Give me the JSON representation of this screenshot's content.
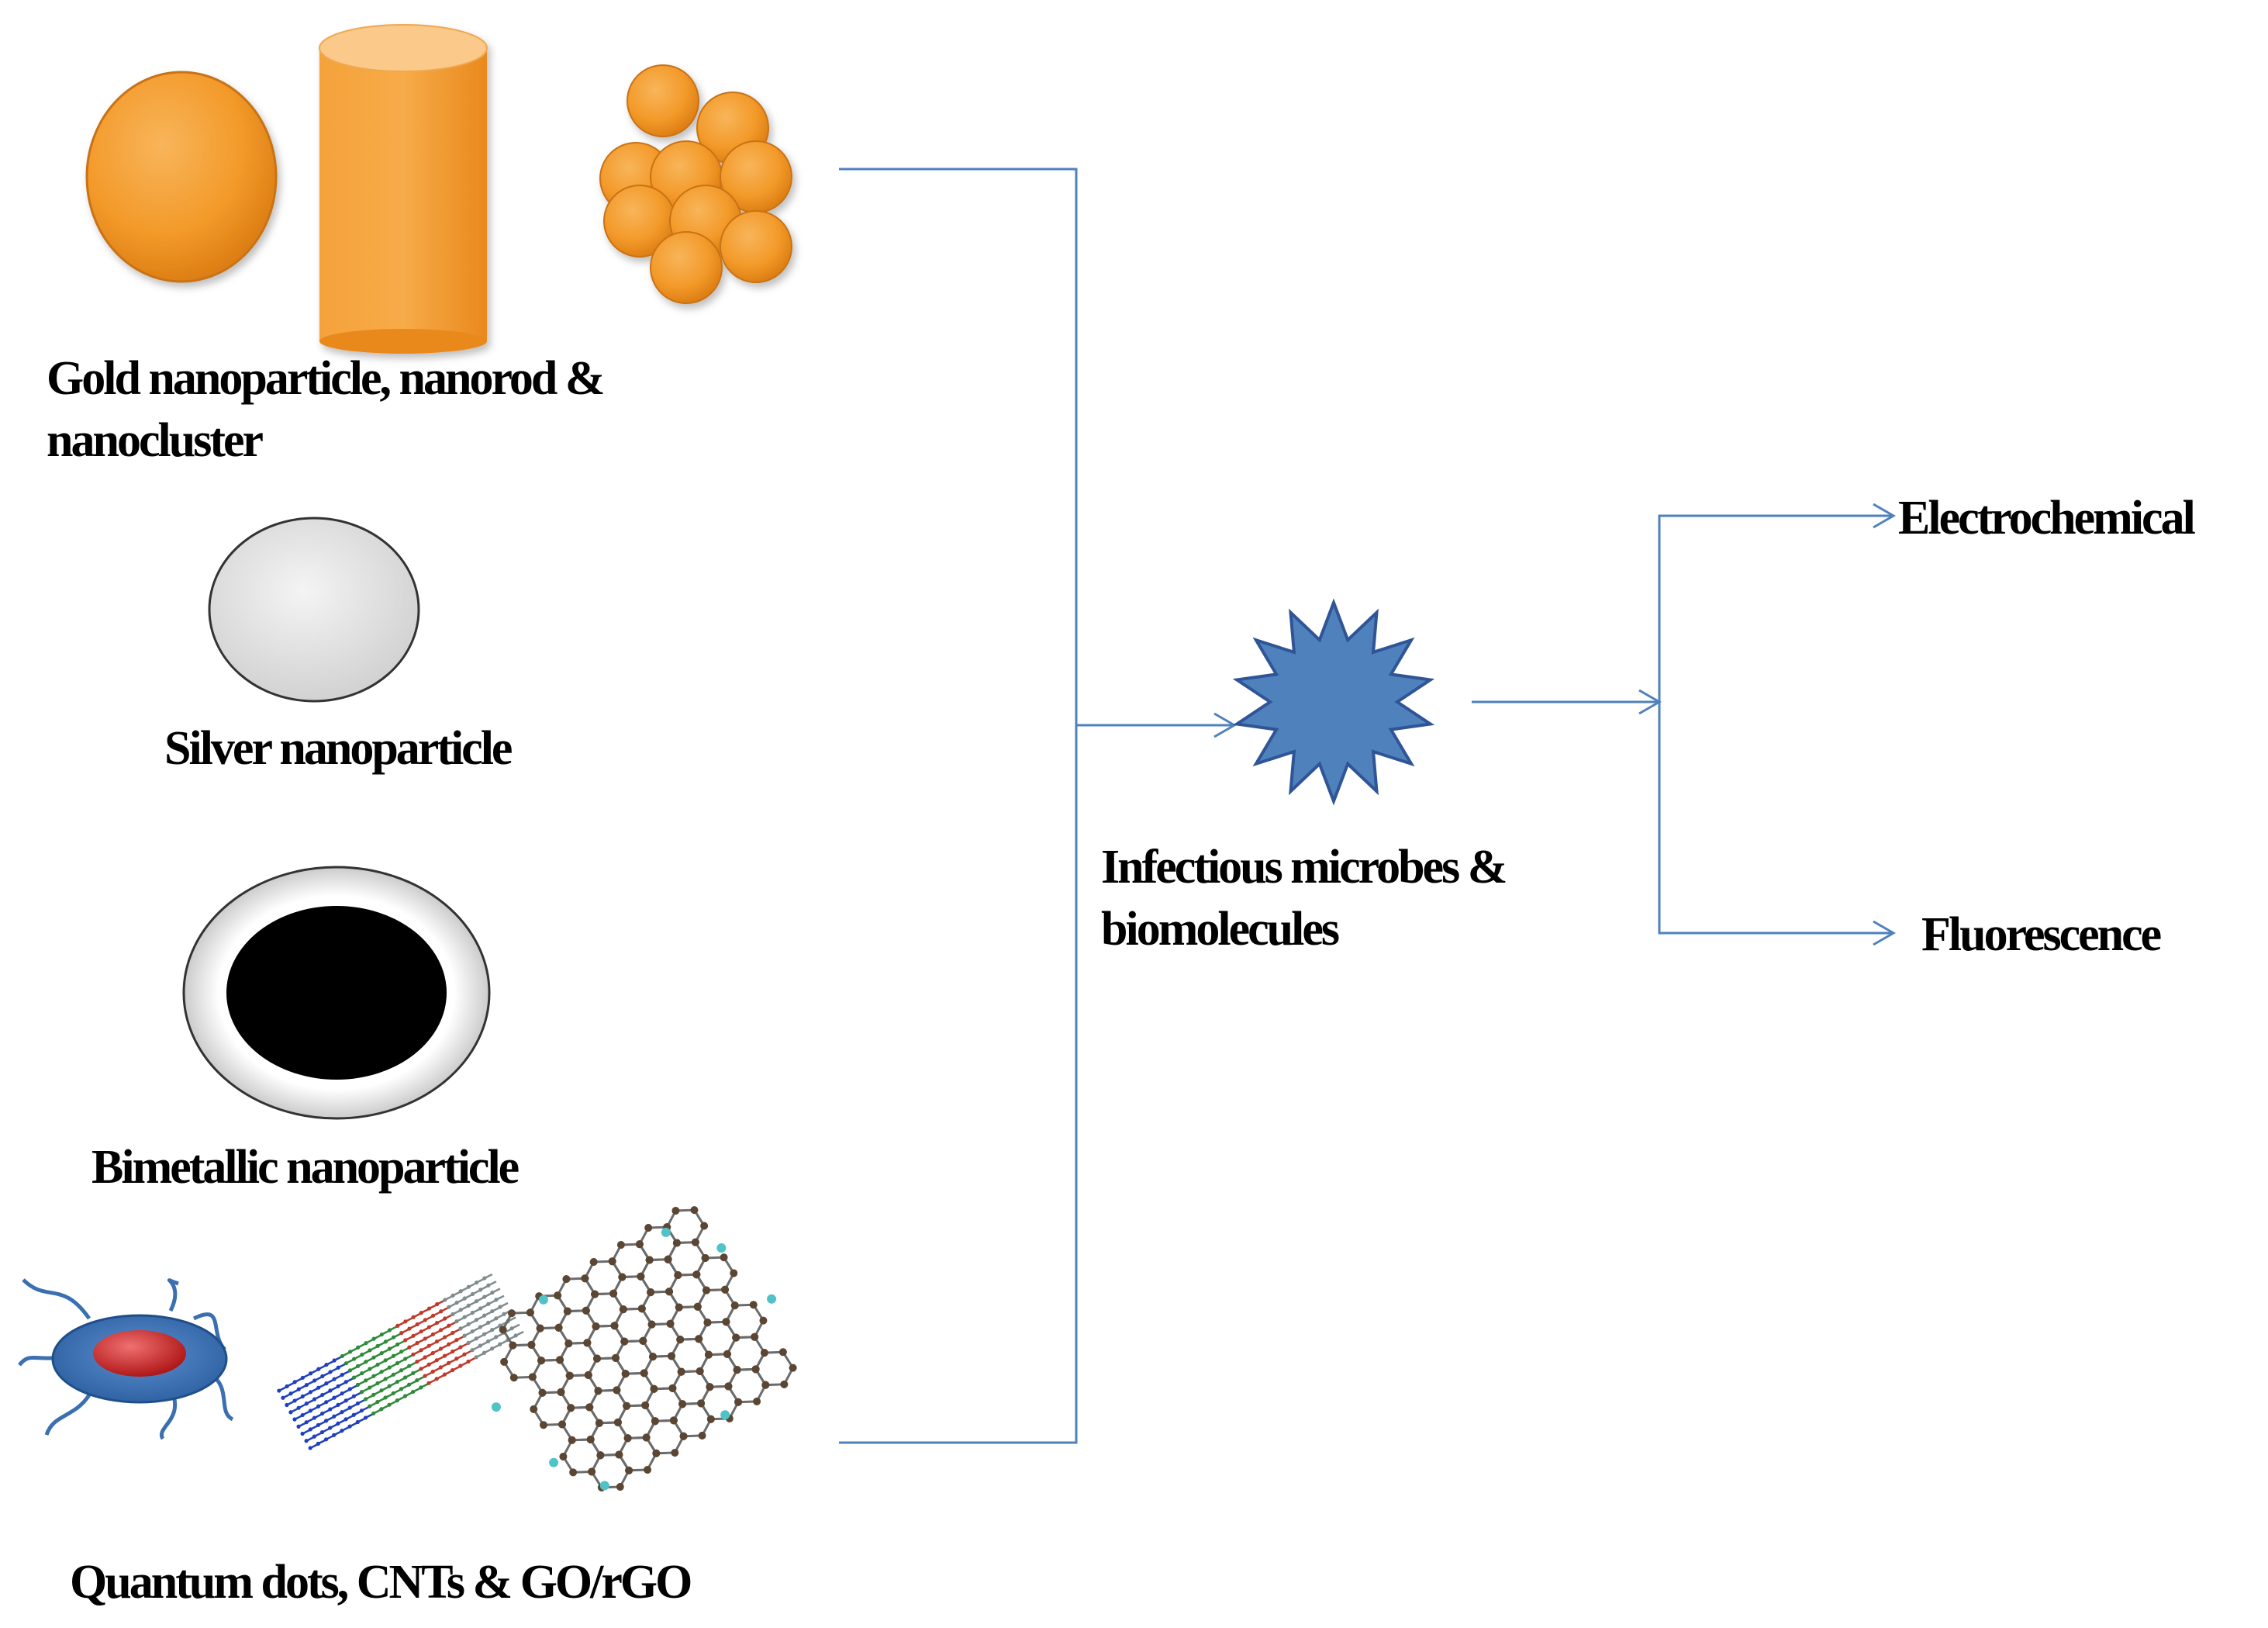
{
  "labels": {
    "gold": {
      "line1": "Gold nanoparticle, nanorod &",
      "line2": "nanocluster"
    },
    "silver": "Silver nanoparticle",
    "bimetallic": "Bimetallic nanoparticle",
    "quantum": "Quantum dots, CNTs & GO/rGO",
    "microbes": {
      "line1": "Infectious microbes &",
      "line2": "biomolecules"
    },
    "electrochemical": "Electrochemical",
    "fluorescence": "Fluorescence"
  },
  "colors": {
    "gold_particle": "#f39a2a",
    "connector": "#4f81bd",
    "star_fill": "#4f81bd",
    "star_stroke": "#2f5597",
    "silver_particle": "#e0e0e0",
    "bimetallic_core": "#000000"
  },
  "icons": [
    "gold-sphere-icon",
    "gold-nanorod-icon",
    "gold-nanocluster-icon",
    "silver-nanoparticle-icon",
    "bimetallic-nanoparticle-icon",
    "quantum-dot-icon",
    "carbon-nanotube-icon",
    "graphene-oxide-icon",
    "microbe-star-icon"
  ]
}
